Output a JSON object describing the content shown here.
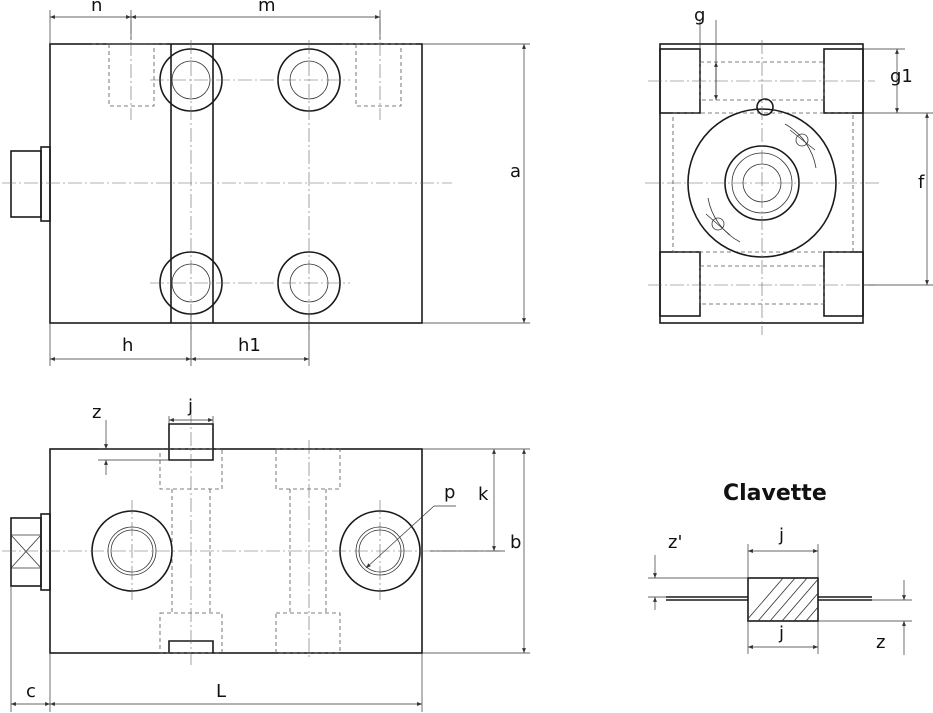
{
  "labels": {
    "n": "n",
    "m": "m",
    "a": "a",
    "h": "h",
    "h1": "h1",
    "g": "g",
    "g1": "g1",
    "f": "f",
    "z_top": "z",
    "j_top": "j",
    "p": "p",
    "k": "k",
    "b": "b",
    "c": "c",
    "L": "L",
    "clavette_title": "Clavette",
    "z_prime": "z'",
    "j_key_top": "j",
    "j_key_bottom": "j",
    "z_key": "z"
  },
  "colors": {
    "line": "#1a1a1a",
    "background": "#ffffff"
  }
}
